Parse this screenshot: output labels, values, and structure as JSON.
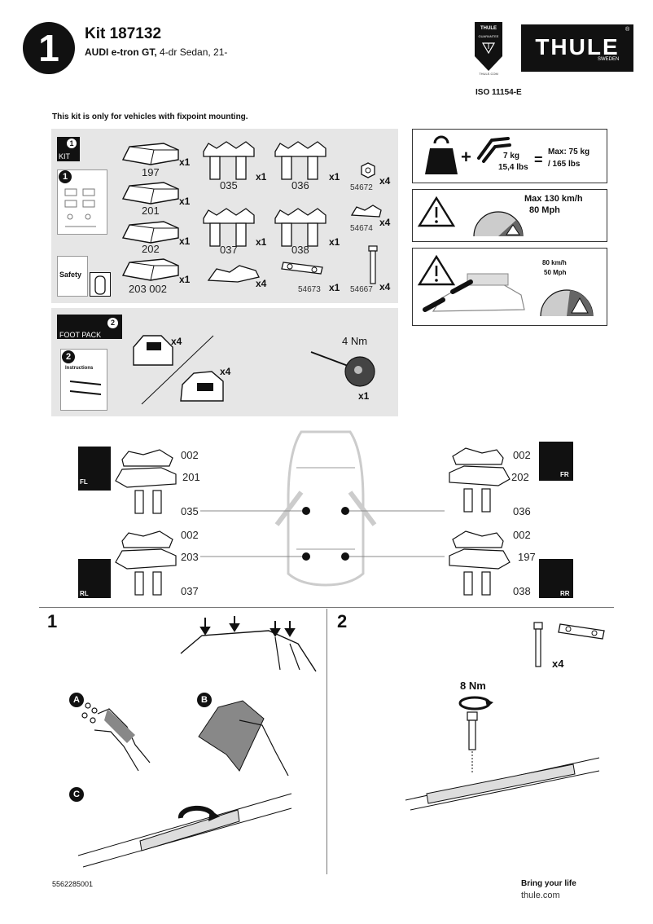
{
  "header": {
    "step_number": "1",
    "kit_title": "Kit 187132",
    "vehicle_model": "AUDI e-tron GT,",
    "vehicle_desc": "4-dr Sedan, 21-",
    "iso": "ISO 11154-E",
    "badge_top": "THULE",
    "badge_mid": "GUARANTEE",
    "badge_bottom": "THULE.COM",
    "logo": "THULE",
    "logo_sub": "SWEDEN",
    "logo_reg": "®"
  },
  "notice": "This kit is only for vehicles with fixpoint mounting.",
  "kit_panel": {
    "kit_label": "KIT",
    "kit_num": "1",
    "booklet_num": "1",
    "safety_label": "Safety",
    "pads": [
      {
        "code": "197",
        "qty": "x1"
      },
      {
        "code": "201",
        "qty": "x1"
      },
      {
        "code": "202",
        "qty": "x1"
      },
      {
        "code": "203 002",
        "qty": "x1"
      }
    ],
    "brackets": [
      {
        "code": "035",
        "qty": "x1"
      },
      {
        "code": "036",
        "qty": "x1"
      },
      {
        "code": "037",
        "qty": "x1"
      },
      {
        "code": "038",
        "qty": "x1"
      }
    ],
    "small_parts": [
      {
        "code": "54672",
        "qty": "x4"
      },
      {
        "code": "54674",
        "qty": "x4"
      },
      {
        "code": "54673",
        "qty": "x1"
      },
      {
        "code": "54667",
        "qty": "x4"
      }
    ],
    "clip_qty": "x4"
  },
  "foot_panel": {
    "label": "FOOT PACK",
    "num": "2",
    "booklet_num": "2",
    "booklet_title": "Instructions",
    "foot_qty_1": "x4",
    "foot_qty_2": "x4",
    "torque": "4 Nm",
    "tool_qty": "x1"
  },
  "load_panel": {
    "weight": "7 kg",
    "weight_lbs": "15,4 lbs",
    "equals": "=",
    "plus": "+",
    "max": "Max: 75 kg",
    "max_lbs": "/ 165 lbs"
  },
  "speed_panel": {
    "line1": "Max  130 km/h",
    "line2": "80 Mph"
  },
  "roof_speed_panel": {
    "line1": "80 km/h",
    "line2": "50 Mph"
  },
  "positions": {
    "fl": {
      "label": "FL",
      "top": "002",
      "mid": "201",
      "bracket": "035"
    },
    "fr": {
      "label": "FR",
      "top": "002",
      "mid": "202",
      "bracket": "036"
    },
    "rl": {
      "label": "RL",
      "top": "002",
      "mid": "203",
      "bracket": "037"
    },
    "rr": {
      "label": "RR",
      "top": "002",
      "mid": "197",
      "bracket": "038"
    }
  },
  "steps": {
    "step1": "1",
    "step2": "2",
    "sub_a": "A",
    "sub_b": "B",
    "sub_c": "C",
    "torque": "8 Nm",
    "qty": "x4"
  },
  "footer": {
    "code": "5562285001",
    "slogan": "Bring your life",
    "url": "thule.com"
  }
}
